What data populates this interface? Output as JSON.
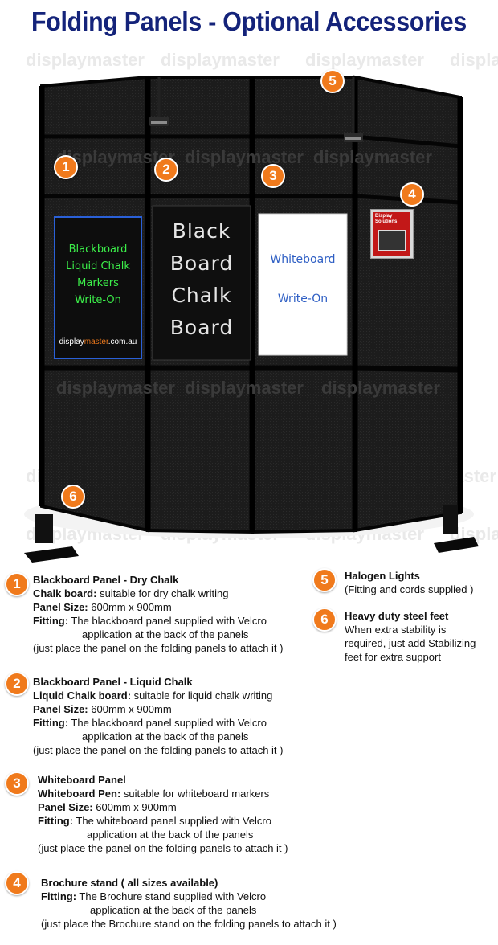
{
  "title": "Folding Panels - Optional Accessories",
  "watermark": "displaymaster",
  "colors": {
    "title": "#14237a",
    "badge": "#f07a1c",
    "panel": "#141414"
  },
  "boards": {
    "liquid": {
      "lines": [
        "Blackboard",
        "Liquid Chalk",
        "Markers",
        "Write-On"
      ],
      "site_a": "display",
      "site_b": "master",
      "site_c": ".com.au"
    },
    "chalk": {
      "lines": [
        "Black",
        "Board",
        "Chalk",
        "Board"
      ]
    },
    "whiteboard": {
      "line1": "Whiteboard",
      "line2": "Write-On"
    },
    "brochure": {
      "cover_lines": [
        "Display",
        "Solutions"
      ]
    }
  },
  "badges": {
    "b1": "1",
    "b2": "2",
    "b3": "3",
    "b4": "4",
    "b5": "5",
    "b6": "6"
  },
  "accessories": {
    "a1": {
      "title": "Blackboard Panel - Dry Chalk",
      "l1_label": "Chalk board:",
      "l1_text": " suitable for dry chalk writing",
      "l2_label": "Panel Size:",
      "l2_text": " 600mm x 900mm",
      "l3_label": "Fitting:",
      "l3_text": " The blackboard panel supplied with Velcro",
      "l4": "application at the back of the panels",
      "l5": "(just place the panel on the folding panels to attach it )"
    },
    "a2": {
      "title": "Blackboard Panel - Liquid Chalk",
      "l1_label": "Liquid Chalk board:",
      "l1_text": " suitable for liquid chalk writing",
      "l2_label": "Panel Size:",
      "l2_text": " 600mm x 900mm",
      "l3_label": "Fitting:",
      "l3_text": " The blackboard panel supplied with Velcro",
      "l4": "application at the back of the panels",
      "l5": "(just place the panel on the folding panels to attach it )"
    },
    "a3": {
      "title": "Whiteboard Panel",
      "l1_label": "Whiteboard Pen:",
      "l1_text": " suitable for whiteboard markers",
      "l2_label": "Panel Size:",
      "l2_text": " 600mm x 900mm",
      "l3_label": "Fitting:",
      "l3_text": " The whiteboard panel supplied with Velcro",
      "l4": "application at the back of the panels",
      "l5": "(just place the panel on the folding panels to attach it )"
    },
    "a4": {
      "title": "Brochure stand ( all sizes available)",
      "l3_label": "Fitting:",
      "l3_text": " The Brochure stand  supplied with Velcro",
      "l4": "application at the back of the panels",
      "l5": "(just place the Brochure stand on the folding panels to attach it )"
    },
    "a5": {
      "title": "Halogen Lights",
      "l1": "(Fitting and cords supplied )"
    },
    "a6": {
      "title": "Heavy duty steel feet",
      "l1": "When extra stability is",
      "l2": "required, just add Stabilizing",
      "l3": "feet for extra support"
    }
  }
}
